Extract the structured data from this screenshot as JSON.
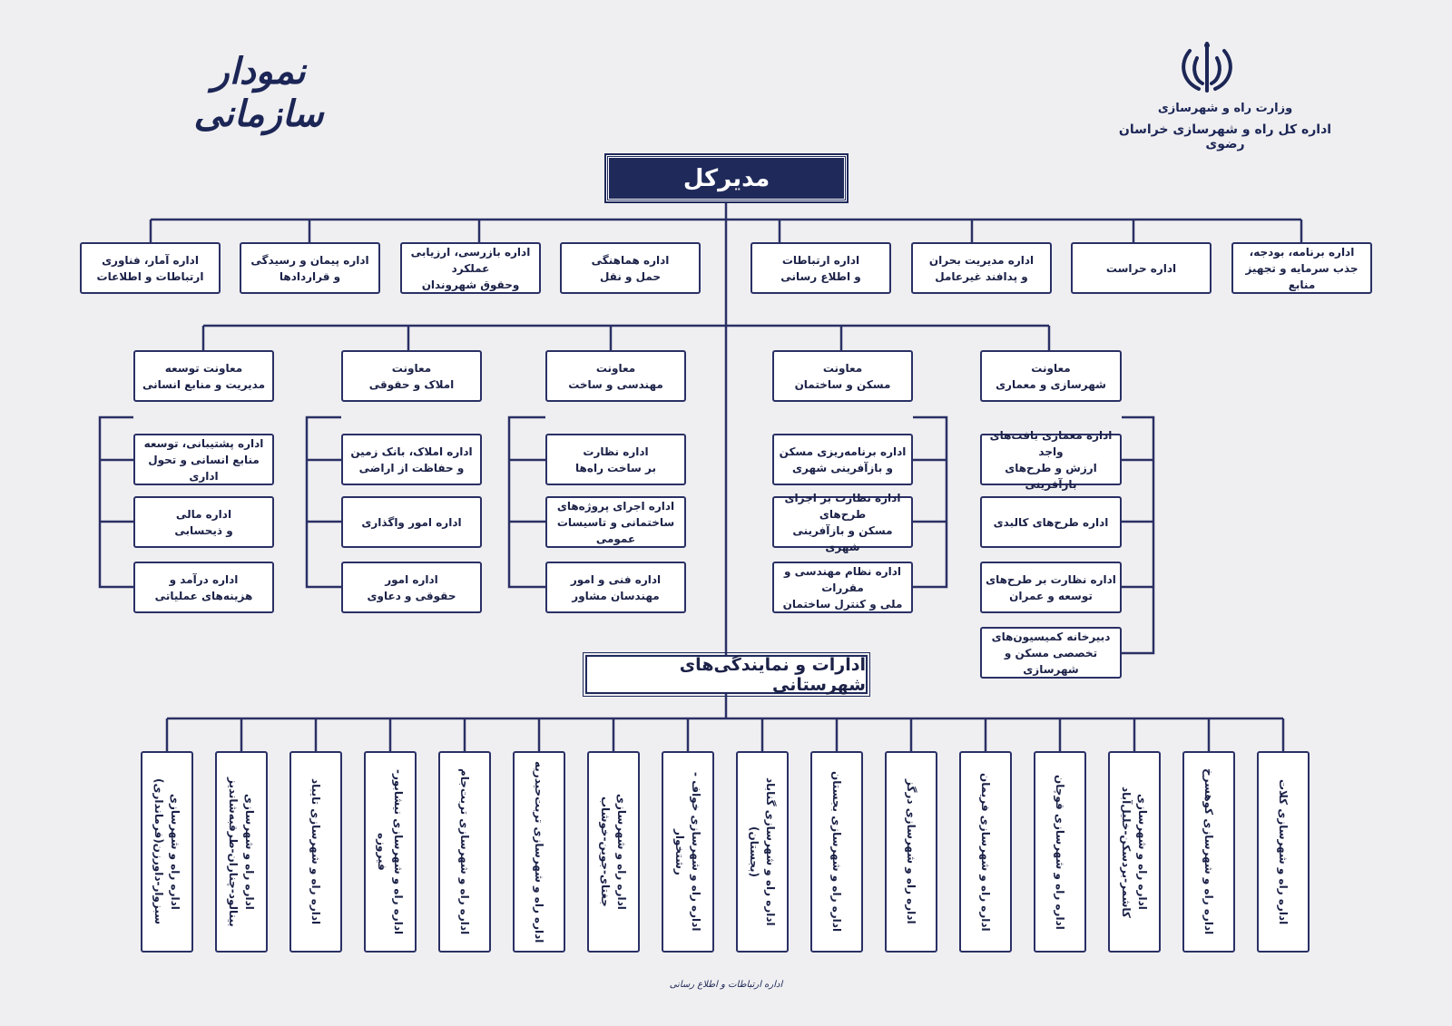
{
  "header": {
    "title": "نمودار سازمانی",
    "ministry": "وزارت راه و شهرسازی",
    "org": "اداره کل راه و شهرسازی خراسان رضوی"
  },
  "director": "مدیرکل",
  "top_offices": [
    "اداره برنامه، بودجه،\nجذب سرمایه و تجهیز منابع",
    "اداره حراست",
    "اداره مدیریت بحران\nو پدافند غیرعامل",
    "اداره ارتباطات\nو اطلاع رسانی",
    "اداره هماهنگی\nحمل و نقل",
    "اداره بازرسی، ارزیابی عملکرد\nوحقوق شهروندان",
    "اداره پیمان و رسیدگی\nو قراردادها",
    "اداره آمار، فناوری\nارتباطات و اطلاعات"
  ],
  "deputies": [
    {
      "title": "معاونت\nشهرسازی و معماری",
      "offices": [
        "اداره معماری بافت‌های واجد\nارزش و طرح‌های بازآفرینی",
        "اداره طرح‌های کالبدی",
        "اداره نظارت بر طرح‌های\nتوسعه و عمران",
        "دبیرخانه کمیسیون‌های\nتخصصی مسکن و شهرسازی"
      ]
    },
    {
      "title": "معاونت\nمسکن و ساختمان",
      "offices": [
        "اداره برنامه‌ریزی مسکن\nو بازآفرینی شهری",
        "اداره نظارت بر اجرای طرح‌های\nمسکن و بازآفرینی شهری",
        "اداره نظام مهندسی و مقررات\nملی و کنترل ساختمان"
      ]
    },
    {
      "title": "معاونت\nمهندسی و ساخت",
      "offices": [
        "اداره نظارت\nبر ساخت راه‌ها",
        "اداره اجرای پروژه‌های\nساختمانی و تاسیسات عمومی",
        "اداره فنی و امور\nمهندسان مشاور"
      ]
    },
    {
      "title": "معاونت\nاملاک و حقوقی",
      "offices": [
        "اداره املاک، بانک زمین\nو حفاظت از اراضی",
        "اداره امور واگذاری",
        "اداره امور\nحقوقی و دعاوی"
      ]
    },
    {
      "title": "معاونت توسعه\nمدیریت و منابع انسانی",
      "offices": [
        "اداره پشتیبانی، توسعه\nمنابع انسانی و تحول اداری",
        "اداره مالی\nو ذیحسابی",
        "اداره درآمد و\nهزینه‌های عملیاتی"
      ]
    }
  ],
  "county_title": "ادارات و نمایندگی‌های شهرستانی",
  "counties": [
    "اداره راه و شهرسازی کلات",
    "اداره راه و شهرسازی کوهسرخ",
    "اداره راه و شهرسازی\nکاشمر-بردسکن-خلیل‌آباد",
    "اداره راه و شهرسازی قوچان",
    "اداره راه و شهرسازی فریمان",
    "اداره راه و شهرسازی درگز",
    "اداره راه و شهرسازی بجستان",
    "اداره راه و شهرسازی گناباد (بجستان)",
    "اداره راه و شهرسازی خواف - رشتخوار",
    "اداره راه و شهرسازی\nجغتای-جوین-خوشاب",
    "اداره راه و شهرسازی تربت‌حیدریه",
    "اداره راه و شهرسازی تربت‌جام",
    "اداره راه و شهرسازی نیشابور-فیروزه",
    "اداره راه و شهرسازی تایباد",
    "اداره راه و شهرسازی\nبینالود-چناران-طرقبه‌شاندیز",
    "اداره راه و شهرسازی\nسبزوار-داورزن(فرمانداری)"
  ],
  "footer": "اداره ارتباطات و اطلاع رسانی",
  "colors": {
    "navy": "#1f2a5b",
    "line": "#2a3065",
    "background": "#efeff1"
  }
}
